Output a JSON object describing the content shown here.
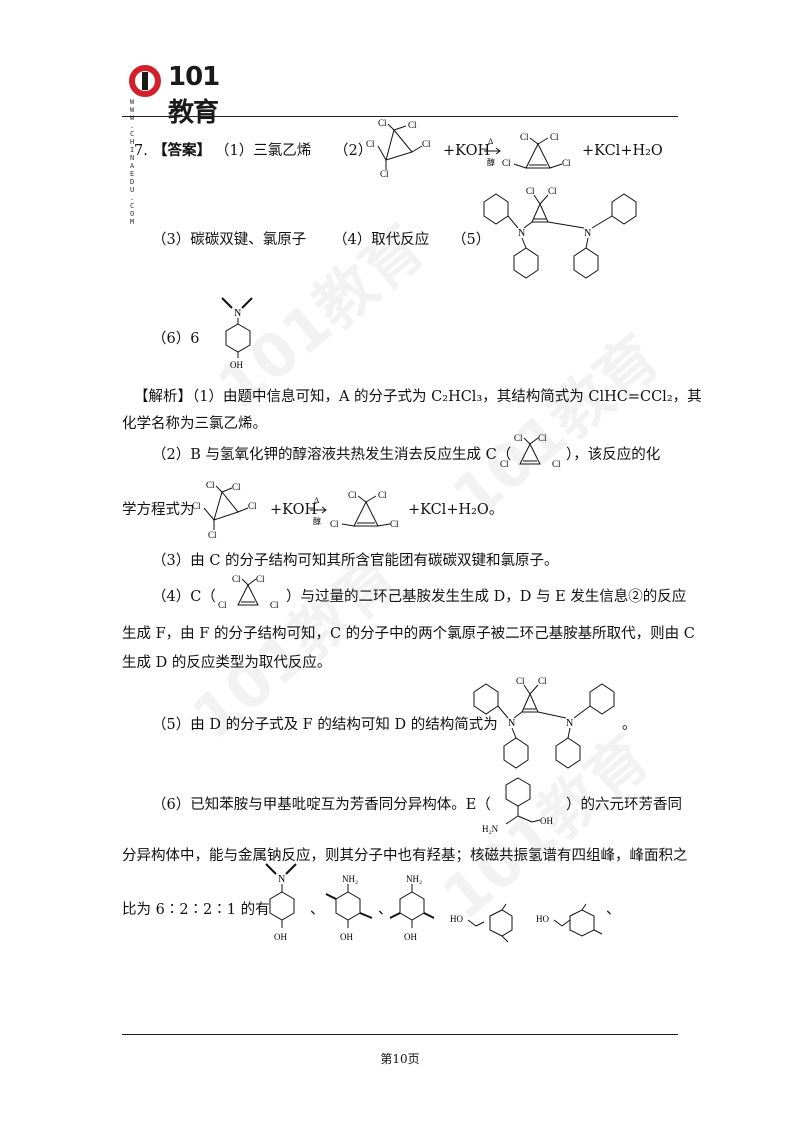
{
  "header": {
    "brand": "101教育",
    "url": "W W W . C H I N A E D U . C O M"
  },
  "answer": {
    "q_no": "7.",
    "tag": "【答案】",
    "p1": "（1）三氯乙烯",
    "p2": "（2）",
    "koh": "+KOH",
    "prod": "+KCl+H₂O",
    "p3": "（3）碳碳双键、氯原子",
    "p4": "（4）取代反应",
    "p5": "（5）",
    "p6": "（6）6"
  },
  "analysis": {
    "l1": "【解析】（1）由题中信息可知，A 的分子式为 C₂HCl₃，其结构简式为 ClHC=CCl₂，其",
    "l2": "化学名称为三氯乙烯。",
    "l3a": "（2）B 与氢氧化钾的醇溶液共热发生消去反应生成 C（",
    "l3b": "），该反应的化",
    "l4a": "学方程式为",
    "l4b": "+KOH",
    "l4c": "+KCl+H₂O。",
    "l5": "（3）由 C 的分子结构可知其所含官能团有碳碳双键和氯原子。",
    "l6a": "（4）C（",
    "l6b": "）与过量的二环己基胺发生生成 D，D 与 E 发生信息②的反应",
    "l7": "生成 F，由 F 的分子结构可知，C 的分子中的两个氯原子被二环己基胺基所取代，则由 C",
    "l8": "生成 D 的反应类型为取代反应。",
    "l9a": "（5）由 D 的分子式及 F 的结构可知 D 的结构简式为",
    "l9b": "。",
    "l10a": "（6）已知苯胺与甲基吡啶互为芳香同分异构体。E（",
    "l10b": "）的六元环芳香同",
    "l11": "分异构体中，能与金属钠反应，则其分子中也有羟基；核磁共振氢谱有四组峰，峰面积之",
    "l12": "比为 6∶2∶2∶1 的有"
  },
  "chem": {
    "cl": "Cl",
    "n": "N",
    "oh": "OH",
    "nh2": "NH₂",
    "h2n": "H₂N",
    "ho": "HO",
    "delta": "Δ",
    "alc": "醇",
    "sep": "、"
  },
  "footer": {
    "page": "第10页"
  }
}
